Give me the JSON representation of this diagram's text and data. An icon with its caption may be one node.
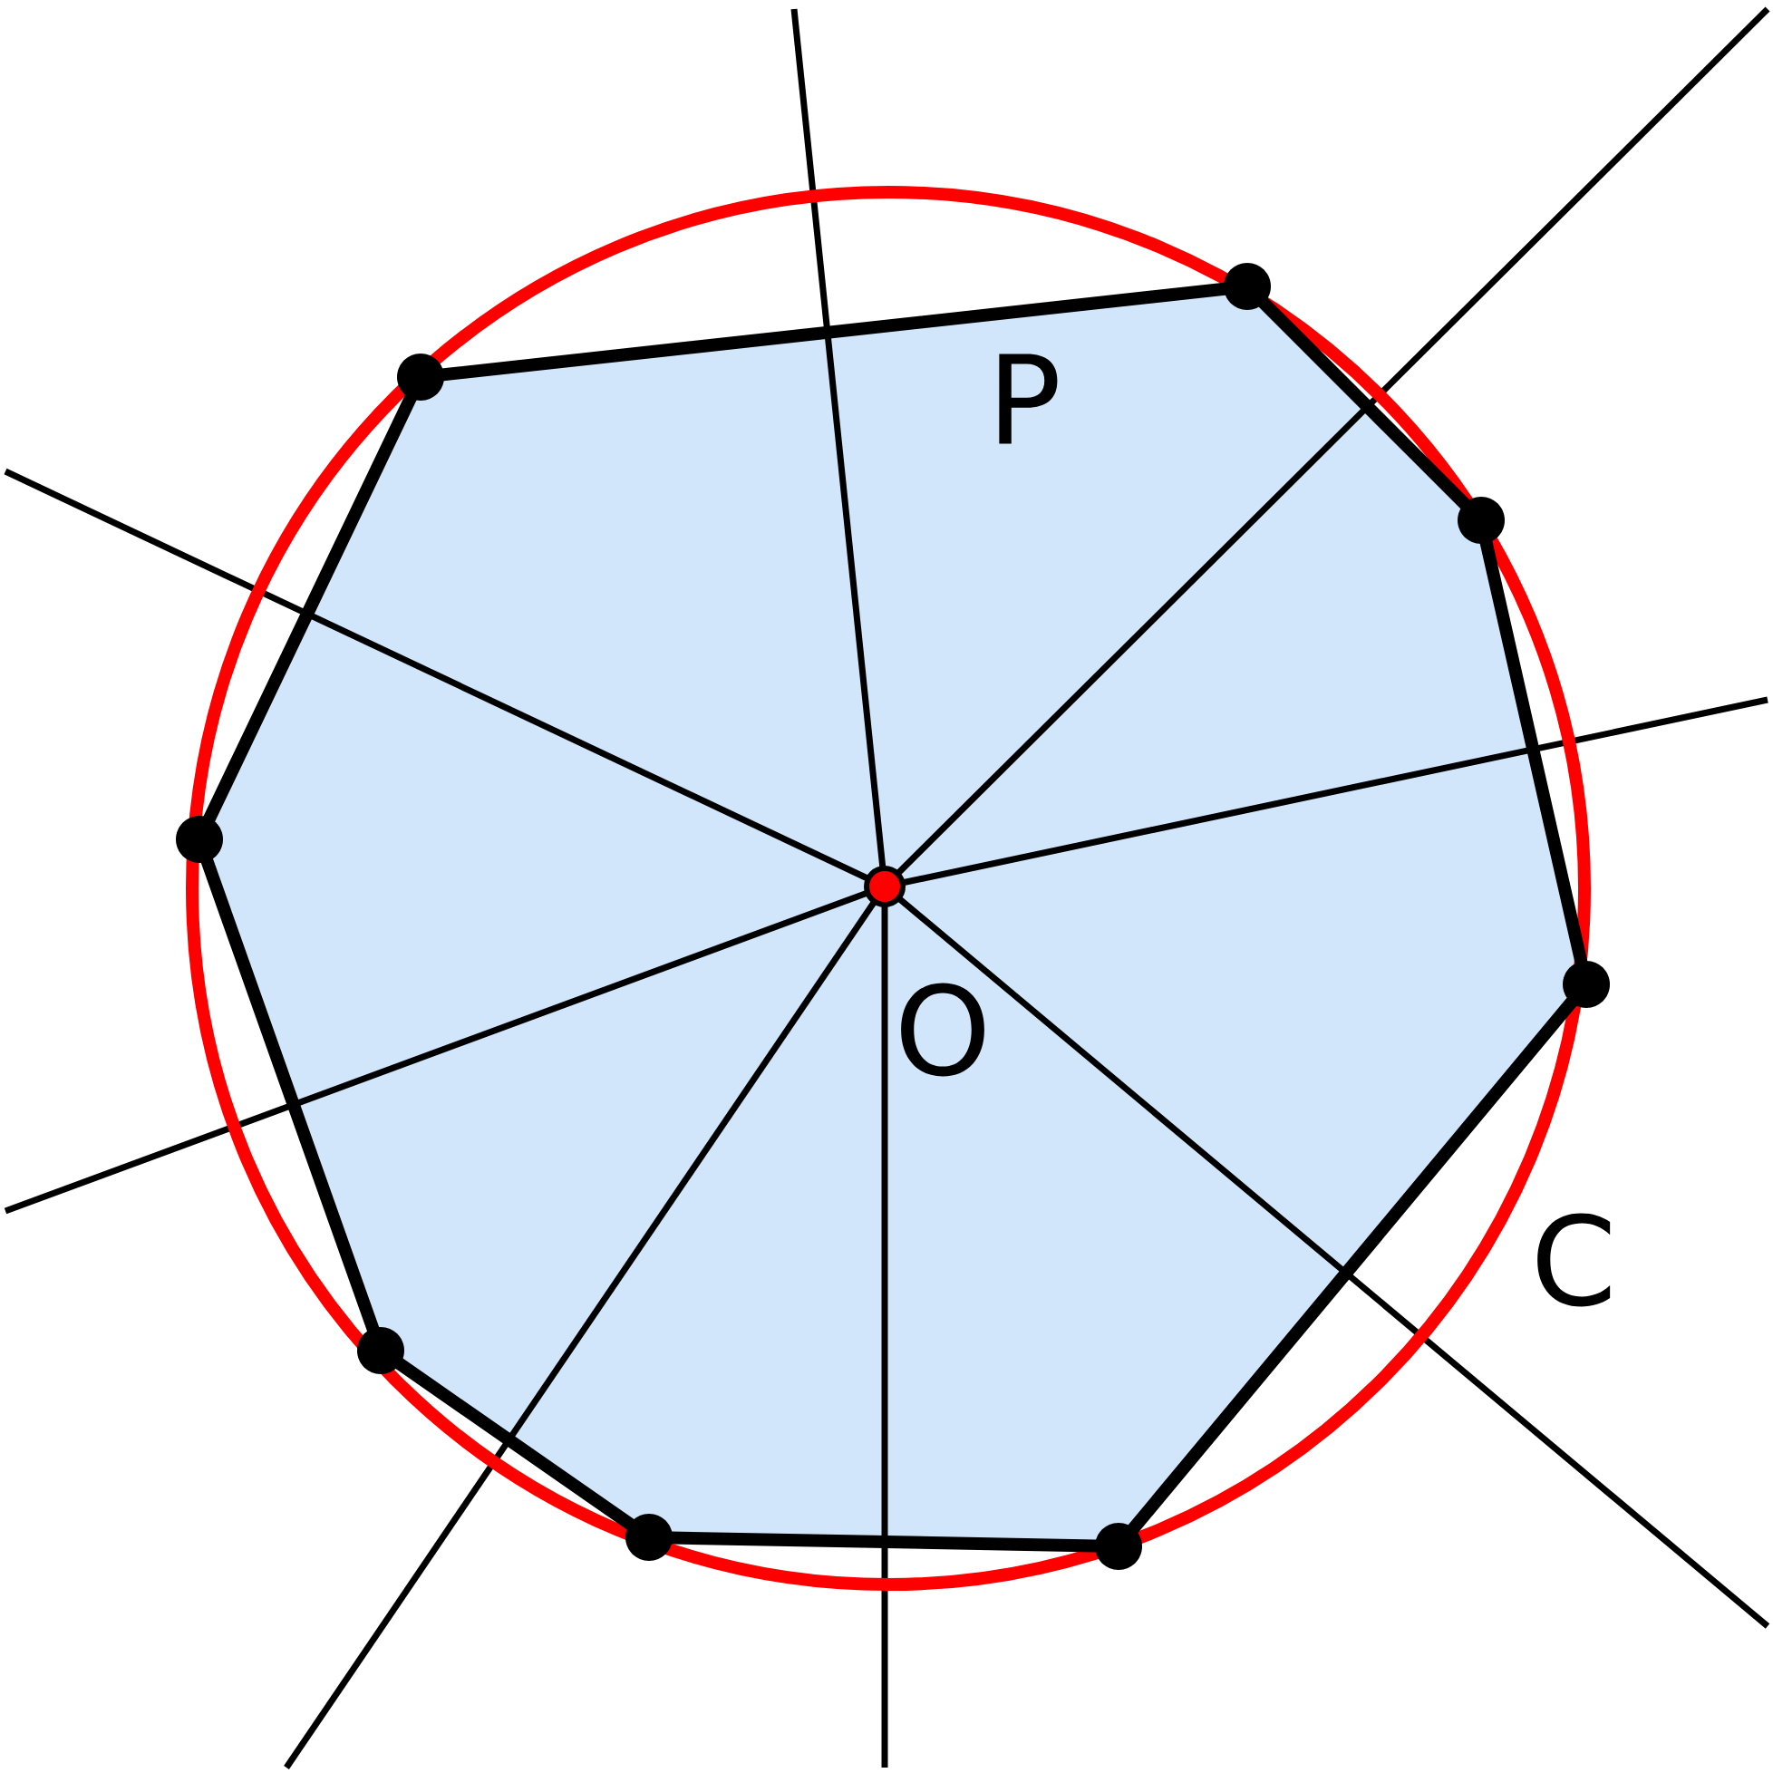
{
  "diagram": {
    "labels": [
      "P",
      "O",
      "C"
    ]
  }
}
